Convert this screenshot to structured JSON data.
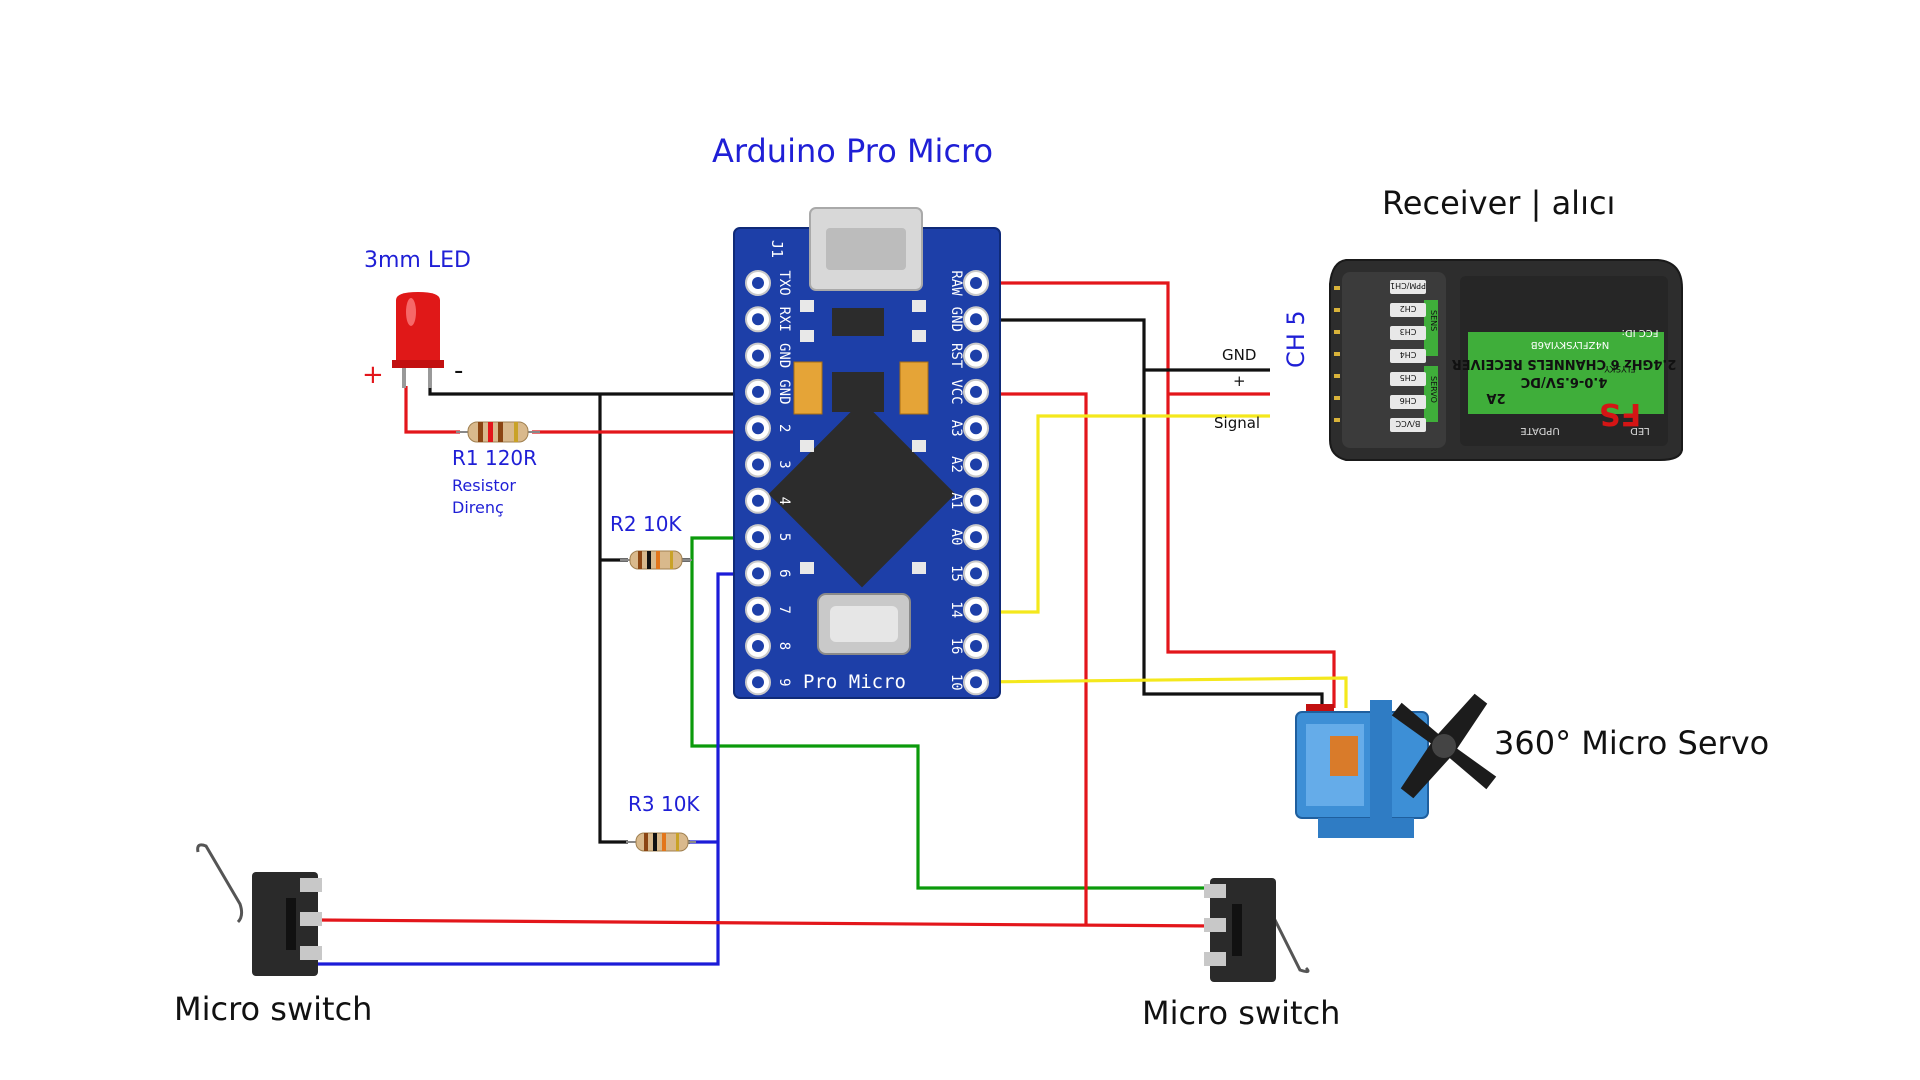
{
  "labels": {
    "arduino": "Arduino Pro Micro",
    "receiver": "Receiver | alıcı",
    "led": "3mm LED",
    "led_plus": "+",
    "led_minus": "-",
    "r1_name": "R1 120R",
    "r1_en": "Resistor",
    "r1_tr": "Direnç",
    "r2_name": "R2 10K",
    "r3_name": "R3 10K",
    "servo": "360° Micro Servo",
    "switch_left": "Micro switch",
    "switch_right": "Micro switch",
    "ch5": "CH 5",
    "gnd": "GND",
    "plus": "+",
    "signal": "Signal"
  },
  "board": {
    "brand": "Pro Micro",
    "j1": "J1",
    "left_pins": [
      "TXO",
      "RXI",
      "GND",
      "GND",
      "2",
      "3",
      "4",
      "5",
      "6",
      "7",
      "8",
      "9"
    ],
    "right_pins": [
      "RAW",
      "GND",
      "RST",
      "VCC",
      "A3",
      "A2",
      "A1",
      "A0",
      "15",
      "14",
      "16",
      "10"
    ]
  },
  "receiver_board": {
    "ports": [
      "PPM/CH1",
      "CH2",
      "CH3",
      "CH4",
      "CH5",
      "CH6",
      "B/VCC"
    ],
    "side_labels": [
      "SENS",
      "SERVO"
    ],
    "line1": "2.4GHz 6 CHANNELS RECEIVER",
    "line2": "4.0-6.5V/DC",
    "line3": "2A",
    "brand": "FS",
    "brand_sub": "FLYSKY",
    "fcc": "FCC ID:",
    "fcc_id": "N4ZFLYSKYIA6B",
    "update": "UPDATE",
    "led": "LED"
  },
  "colors": {
    "red": "#e3161b",
    "black": "#111111",
    "yellow": "#f4e81c",
    "green": "#0b9a0b",
    "blue": "#1c1cd8",
    "board": "#1d3fa8",
    "label_blue": "#1f1fd6"
  }
}
